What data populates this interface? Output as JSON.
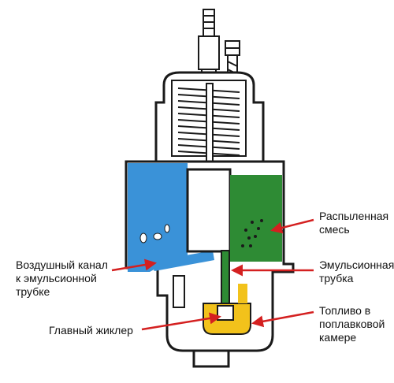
{
  "colors": {
    "air": "#3a92d8",
    "mixture": "#2e8b34",
    "fuel": "#f2c21b",
    "arrow": "#d42020",
    "outline": "#1a1a1a",
    "body": "#ffffff"
  },
  "labels": {
    "sprayed_mixture": [
      "Распыленная",
      "смесь"
    ],
    "emulsion_tube": [
      "Эмульсионная",
      "трубка"
    ],
    "air_channel": [
      "Воздушный канал",
      "к эмульсионной",
      "трубке"
    ],
    "fuel_in_chamber": [
      "Топливо в",
      "поплавковой",
      "камере"
    ],
    "main_jet": [
      "Главный жиклер"
    ]
  }
}
